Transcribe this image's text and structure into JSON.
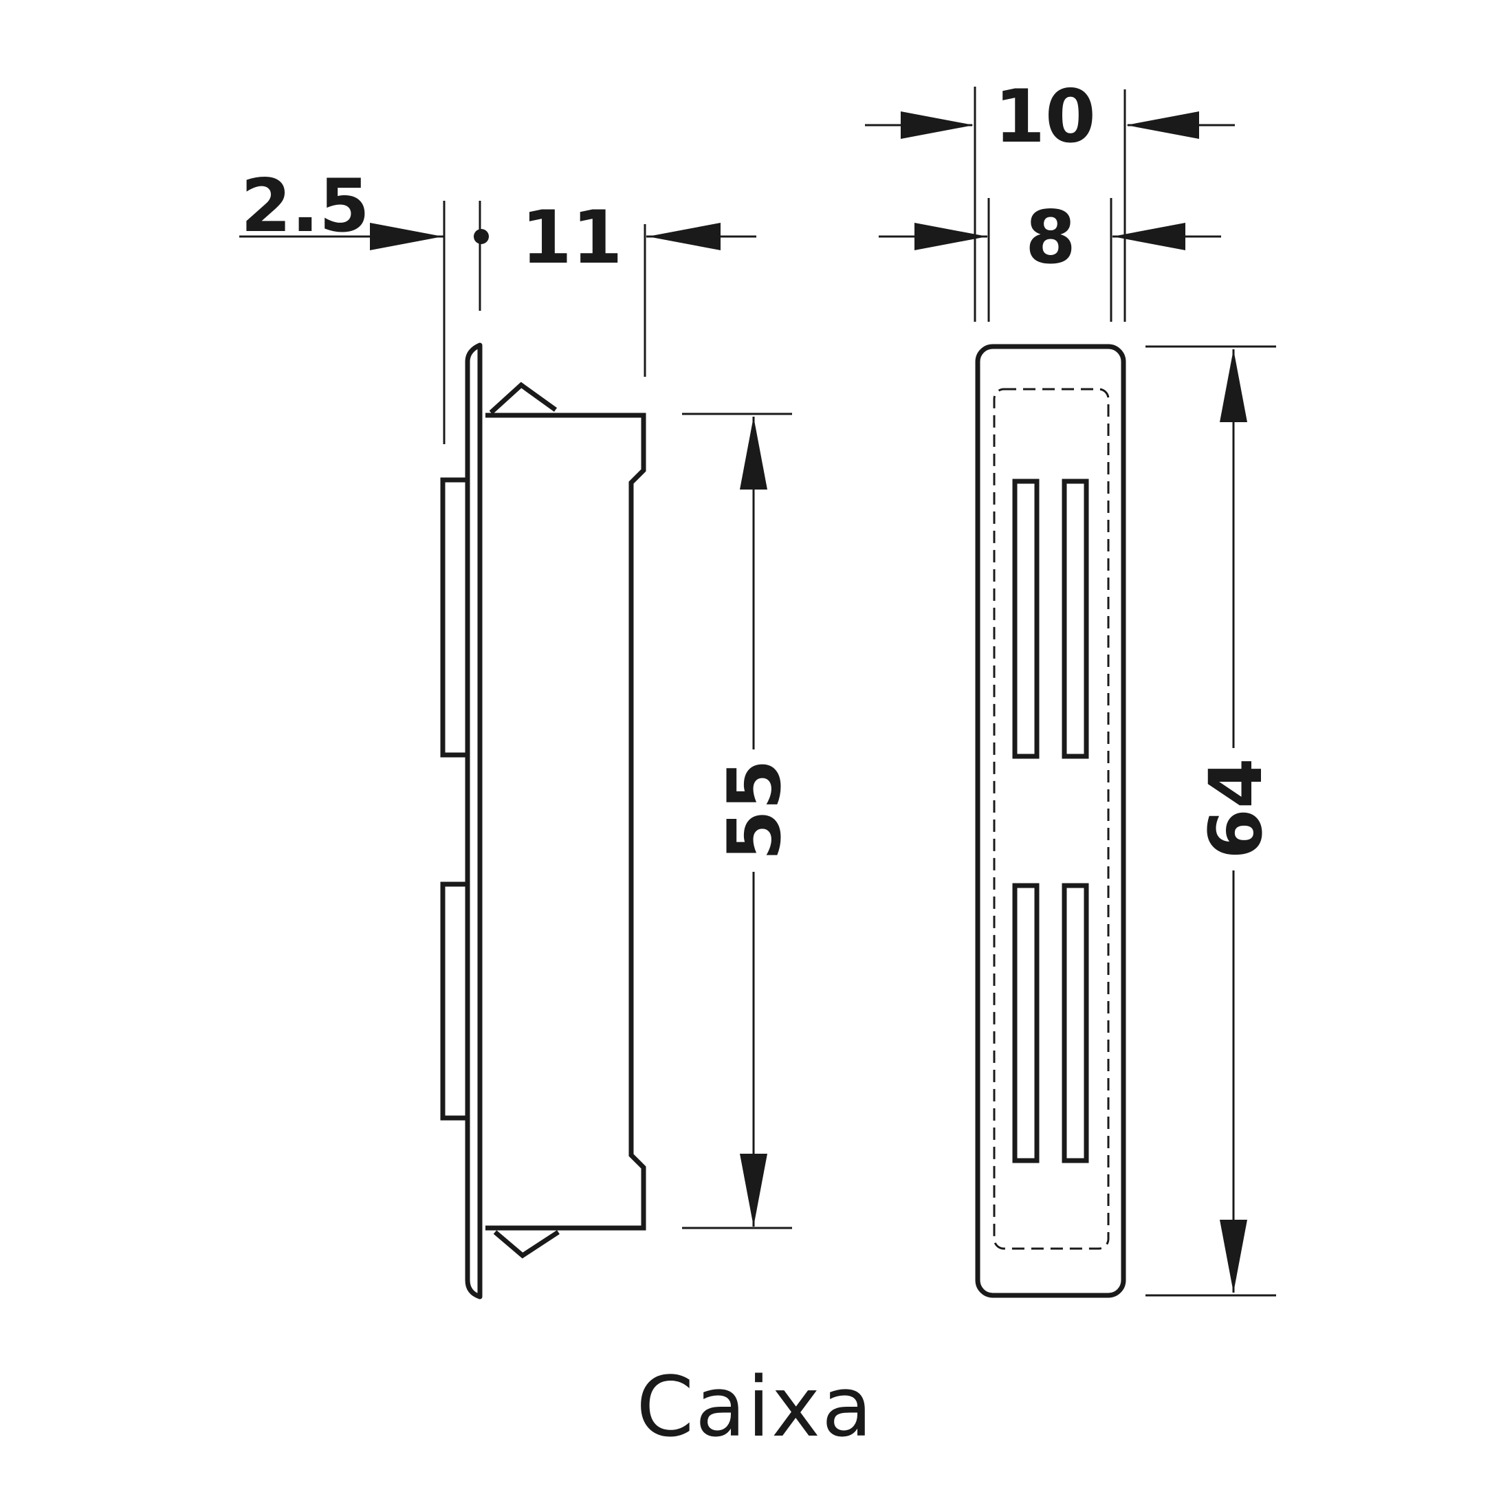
{
  "side_view": {
    "dims": {
      "offset": "2.5",
      "depth": "11",
      "height": "55"
    }
  },
  "front_view": {
    "dims": {
      "outer_width": "10",
      "inner_width": "8",
      "height": "64"
    }
  },
  "caption": "Caixa"
}
